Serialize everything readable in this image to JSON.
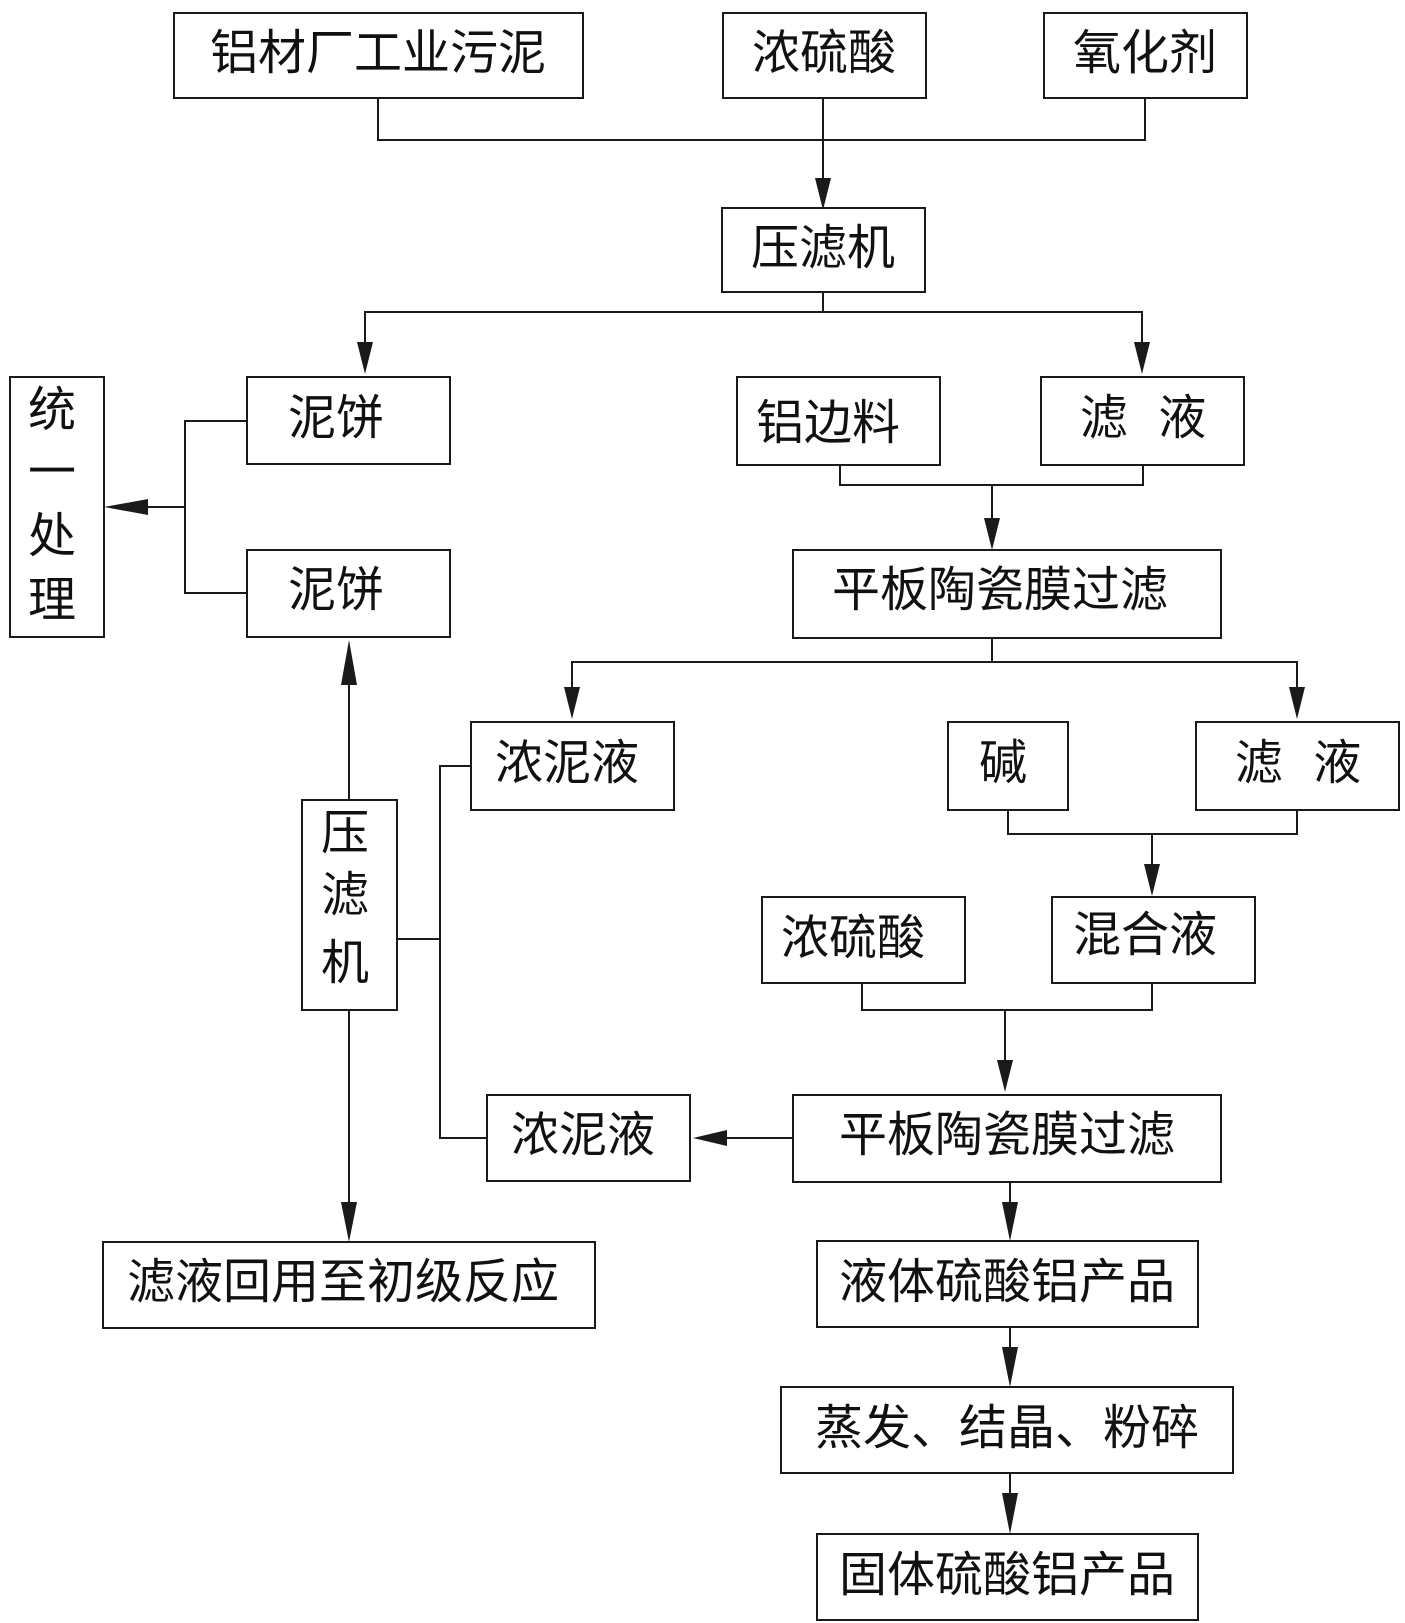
{
  "nodes": {
    "sludge_input": "铝材厂工业污泥",
    "acid_input_1": "浓硫酸",
    "oxidant_input": "氧化剂",
    "filter_press_1": "压滤机",
    "mud_cake_1": "泥饼",
    "unified_treatment": [
      "统",
      "一",
      "处",
      "理"
    ],
    "mud_cake_2": "泥饼",
    "aluminum_scrap": "铝边料",
    "filtrate_1": "滤  液",
    "membrane_filter_1": "平板陶瓷膜过滤",
    "thick_mud_1": "浓泥液",
    "alkali": "碱",
    "filtrate_2": "滤  液",
    "filter_press_2": [
      "压",
      "滤",
      "机"
    ],
    "mixed_liquid": "混合液",
    "acid_input_2": "浓硫酸",
    "thick_mud_2": "浓泥液",
    "membrane_filter_2": "平板陶瓷膜过滤",
    "filtrate_recycle": "滤液回用至初级反应",
    "liquid_product": "液体硫酸铝产品",
    "evaporate_crystallize": "蒸发、结晶、粉碎",
    "solid_product": "固体硫酸铝产品"
  }
}
